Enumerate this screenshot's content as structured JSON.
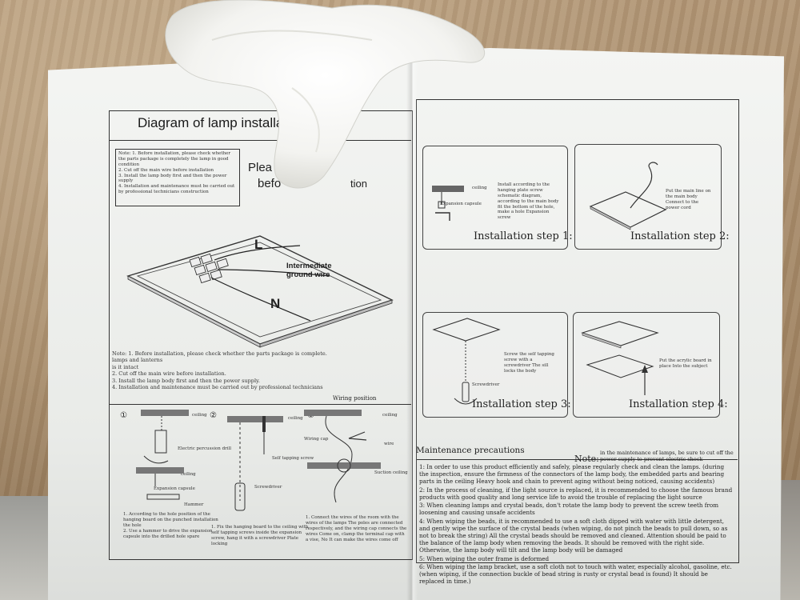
{
  "left_page": {
    "title": "Diagram of lamp installa",
    "heading_partial_1": "Plea",
    "heading_partial_2": "befo",
    "heading_partial_3": "tion",
    "top_note": "Note: 1. Before installation, please check whether the parts package is completely the lamp in good condition\n2. Cut off the main wire before installation\n3. Install the lamp body first and then the power supply\n4. Installation and maintenance must be carried out by professional technicians construction",
    "label_L": "L",
    "label_N": "N",
    "label_ground": "Intermediate\nground wire",
    "bottom_note": "Note: 1. Before installation, please check whether the parts package is complete. lamps and lanterns\nis it intact\n2. Cut off the main wire before installation.\n3. Install the lamp body first and then the power supply.\n4. Installation and maintenance must be carried out by professional technicians",
    "wiring_position": "Wiring position",
    "steps": {
      "n1": "①",
      "n2": "②",
      "n3": "③",
      "ceiling_1": "ceiling",
      "ceiling_2": "ceiling",
      "ceiling_3": "ceiling",
      "ceiling_4": "ceiling",
      "drill": "Electric percussion drill",
      "capsule": "Expansion capsule",
      "hammer": "Hammer",
      "self_tapping": "Self tapping screw",
      "screwdriver": "Screwdriver",
      "wiring_cap": "Wiring cap",
      "wire": "wire",
      "suction": "Suction ceiling",
      "text_1": "1. According to the hole position of the hanging board on the punched installation the hole\n2. Use a hammer to drive the expansion capsule into the drilled hole spare",
      "text_2": "1. Fix the hanging board to the ceiling with self tapping screws inside the expansion screw, hang it with a screwdriver Plate locking",
      "text_3": "1. Connect the wires of the room with the wires of the lamps The poles are connected respectively, and the wiring cap connects the wires Come on, clamp the terminal cap with a vise, No It can make the wires come off"
    }
  },
  "right_page": {
    "step1_text": "Install according to the hanging plate screw schematic diagram, according to the main body fit the bottom of the hole, make a hole Expansion screw",
    "step1_ceiling": "ceiling",
    "step1_capsule": "Expansion capsule",
    "step1_label": "Installation step 1:",
    "step2_text": "Put the main line on the main body Connect to the power cord",
    "step2_label": "Installation step 2:",
    "step3_text": "Screw the self tapping screw with a screwdriver The sill locks the body",
    "step3_screwdriver": "Screwdriver",
    "step3_label": "Installation step 3:",
    "step4_text": "Put the acrylic board in place Into the subject",
    "step4_label": "Installation step 4:",
    "maintenance_title": "Maintenance precautions",
    "note_label": "Note:",
    "note_text": "in the maintenance of lamps, be sure to cut off the power supply to prevent electric shock",
    "items": [
      "1: In order to use this product efficiently and safely, please regularly check and clean the lamps. (during the inspection, ensure the firmness of the connectors of the lamp body, the embedded parts and bearing parts in the ceiling Heavy hook and chain to prevent aging without being noticed, causing accidents)",
      "2: In the process of cleaning, if the light source is replaced, it is recommended to choose the famous brand products with good quality and long service life to avoid the trouble of replacing the light source",
      "3: When cleaning lamps and crystal beads, don't rotate the lamp body to prevent the screw teeth from loosening and causing unsafe accidents",
      "4: When wiping the beads, it is recommended to use a soft cloth dipped with water with little detergent, and gently wipe the surface of the crystal beads (when wiping, do not pinch the beads to pull down, so as not to break the string) All the crystal beads should be removed and cleaned. Attention should be paid to the balance of the lamp body when removing the beads. It should be removed with the right side. Otherwise, the lamp body will tilt and the lamp body will be damaged",
      "5: When wiping the outer frame is deformed",
      "6: When wiping the lamp bracket, use a soft cloth not to touch with water, especially alcohol, gasoline, etc. (when wiping, if the connection buckle of bead string is rusty or crystal bead is found) It should be replaced in time.)"
    ]
  }
}
